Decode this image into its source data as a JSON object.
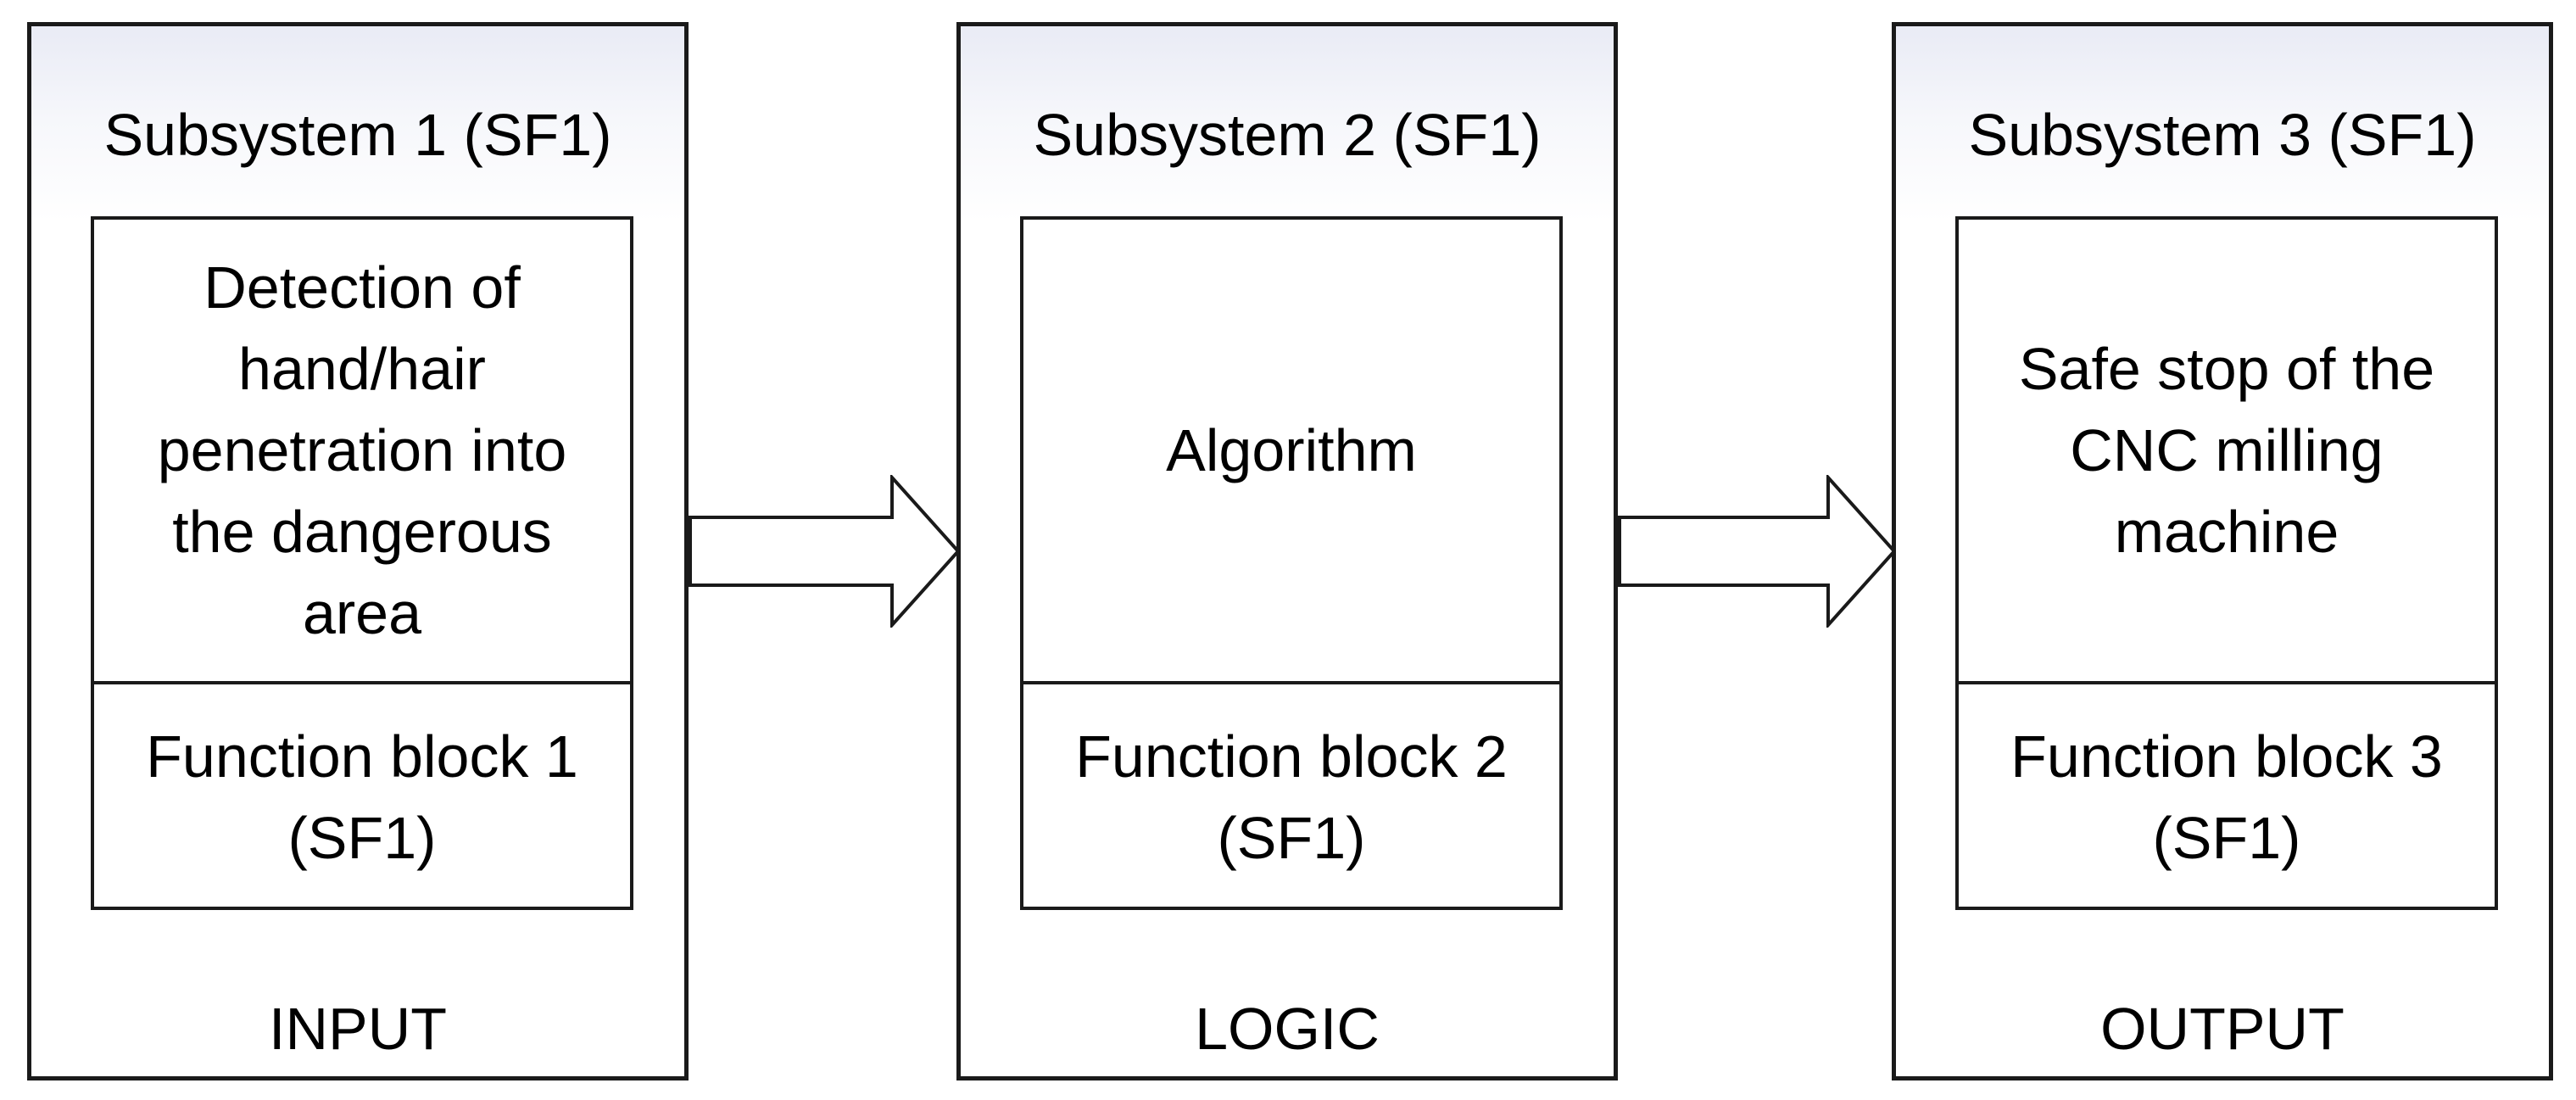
{
  "subsystems": [
    {
      "title": "Subsystem 1 (SF1)",
      "description_lines": [
        "Detection of",
        "hand/hair",
        "penetration into",
        "the dangerous",
        "area"
      ],
      "function_block": [
        "Function block 1",
        "(SF1)"
      ],
      "role": "INPUT"
    },
    {
      "title": "Subsystem 2 (SF1)",
      "description_lines": [
        "Algorithm"
      ],
      "function_block": [
        "Function block 2",
        "(SF1)"
      ],
      "role": "LOGIC"
    },
    {
      "title": "Subsystem 3 (SF1)",
      "description_lines": [
        "Safe stop of the",
        "CNC milling",
        "machine"
      ],
      "function_block": [
        "Function block 3",
        "(SF1)"
      ],
      "role": "OUTPUT"
    }
  ],
  "colors": {
    "border": "#1a1a1a",
    "panel_gradient_top": "#e9ebf5",
    "background": "#ffffff"
  },
  "connectors": [
    {
      "from": "Subsystem 1 (SF1)",
      "to": "Subsystem 2 (SF1)",
      "icon": "block-arrow-right"
    },
    {
      "from": "Subsystem 2 (SF1)",
      "to": "Subsystem 3 (SF1)",
      "icon": "block-arrow-right"
    }
  ]
}
